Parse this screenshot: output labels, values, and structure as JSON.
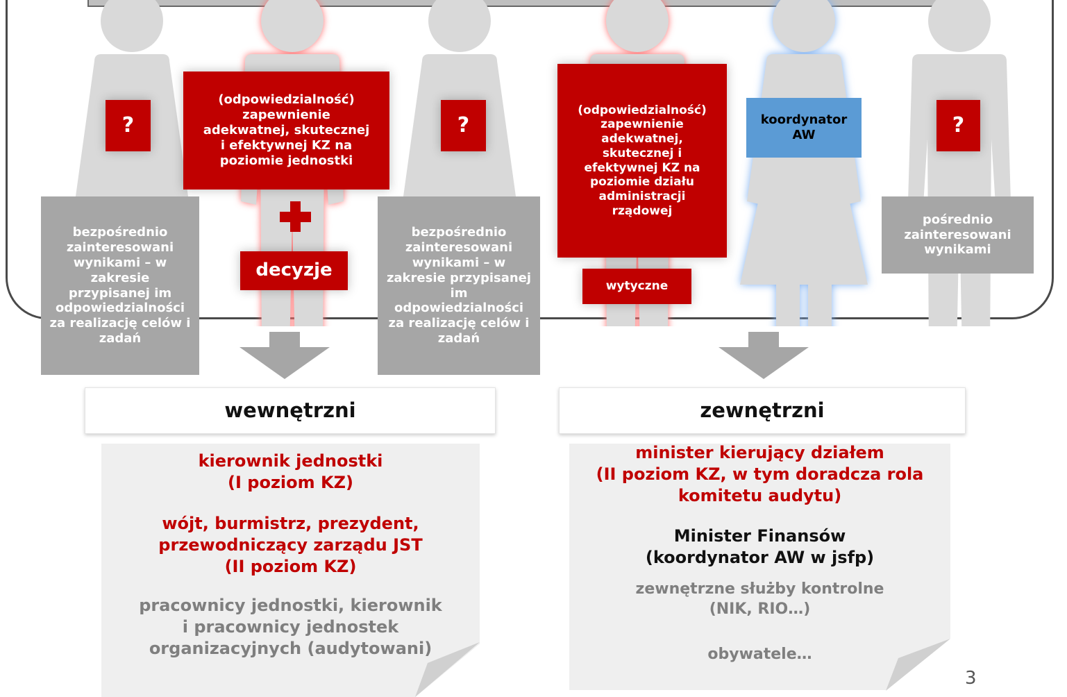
{
  "roles": {
    "left_unknown_mark": "?",
    "unit_responsibility": "(odpowiedzialność) zapewnienie adekwatnej, skutecznej i efektywnej KZ na poziomie jednostki",
    "unit_decisions": "decyzje",
    "middle_unknown_mark": "?",
    "left_directly_interested": "bezpośrednio zainteresowani wynikami – w zakresie przypisanej im odpowiedzialności za realizację celów i zadań",
    "middle_directly_interested": "bezpośrednio zainteresowani wynikami – w zakresie przypisanej im odpowiedzialności za realizację celów i zadań",
    "department_responsibility": "(odpowiedzialność) zapewnienie adekwatnej, skutecznej i efektywnej KZ na poziomie działu administracji rządowej",
    "department_guidelines": "wytyczne",
    "aw_coordinator": "koordynator AW",
    "right_unknown_mark": "?",
    "indirectly_interested": "pośrednio zainteresowani wynikami"
  },
  "groups": {
    "internal": {
      "title": "wewnętrzni",
      "head_of_unit": "kierownik jednostki",
      "head_of_unit_level": "(I poziom KZ)",
      "local_officials_1": "wójt, burmistrz, prezydent,",
      "local_officials_2": "przewodniczący zarządu JST",
      "local_officials_level": "(II poziom KZ)",
      "staff_1": "pracownicy jednostki, kierownik",
      "staff_2": "i pracownicy jednostek",
      "staff_3": "organizacyjnych (audytowani)"
    },
    "external": {
      "title": "zewnętrzni",
      "minister_1": "minister kierujący działem",
      "minister_2": "(II poziom KZ, w tym doradcza rola",
      "minister_3": "komitetu audytu)",
      "finance_minister_1": "Minister Finansów",
      "finance_minister_2": "(koordynator AW w jsfp)",
      "control_1": "zewnętrzne służby kontrolne",
      "control_2": "(NIK, RIO…)",
      "citizens": "obywatele…"
    }
  },
  "page_number": "3",
  "colors": {
    "red": "#c00000",
    "gray_box": "#a6a6a6",
    "blue_box": "#5b9bd5",
    "person_gray": "#d9d9d9",
    "note_bg": "#efefef"
  },
  "icons": [
    "person-icon",
    "female-person-icon",
    "plus-icon",
    "down-arrow-icon"
  ]
}
